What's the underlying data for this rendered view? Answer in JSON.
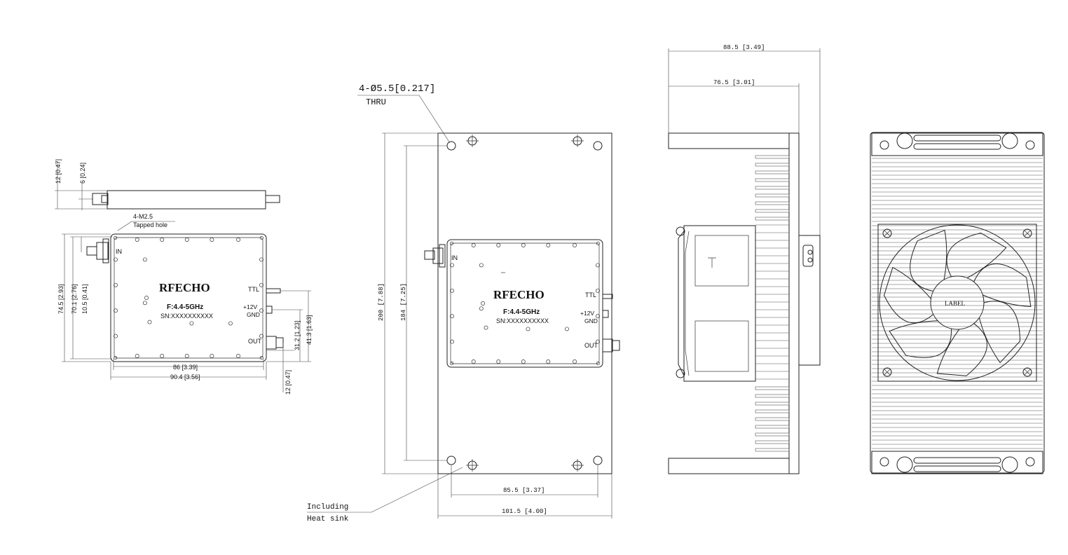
{
  "view1": {
    "dims": {
      "d12_047_top": "12 [0.47]",
      "d6_024": "6 [0.24]",
      "d74_5": "74.5 [2.93]",
      "d70_1": "70.1 [2.76]",
      "d10_5": "10.5 [0.41]",
      "d86": "86 [3.39]",
      "d90_4": "90.4 [3.56]",
      "d31_2": "31.2 [1.23]",
      "d41_3": "41.3 [1.63]",
      "d12_047_bottom": "12 [0.47]"
    },
    "note_holes_1": "4-M2.5",
    "note_holes_2": "Tapped hole",
    "brand": "RFECHO",
    "freq": "F:4.4-5GHz",
    "serial": "SN:XXXXXXXXXX",
    "port_in": "IN",
    "port_ttl": "TTL",
    "port_12v": "+12V",
    "port_gnd": "GND",
    "port_out": "OUT"
  },
  "view2": {
    "hole_note_1": "4-Ø5.5[0.217]",
    "hole_note_2": "THRU",
    "dim_200": "200 [7.88]",
    "dim_184": "184 [7.25]",
    "dim_85_5": "85.5 [3.37]",
    "dim_101_5": "101.5 [4.00]",
    "heatsink_note_1": "Including",
    "heatsink_note_2": "Heat sink",
    "brand": "RFECHO",
    "freq": "F:4.4-5GHz",
    "serial": "SN:XXXXXXXXXX",
    "port_in": "IN",
    "port_ttl": "TTL",
    "port_12v": "+12V",
    "port_gnd": "GND",
    "port_out": "OUT"
  },
  "view3": {
    "dim_88_5": "88.5 [3.49]",
    "dim_76_5": "76.5 [3.01]"
  },
  "view4": {
    "fan_label": "LABEL"
  }
}
